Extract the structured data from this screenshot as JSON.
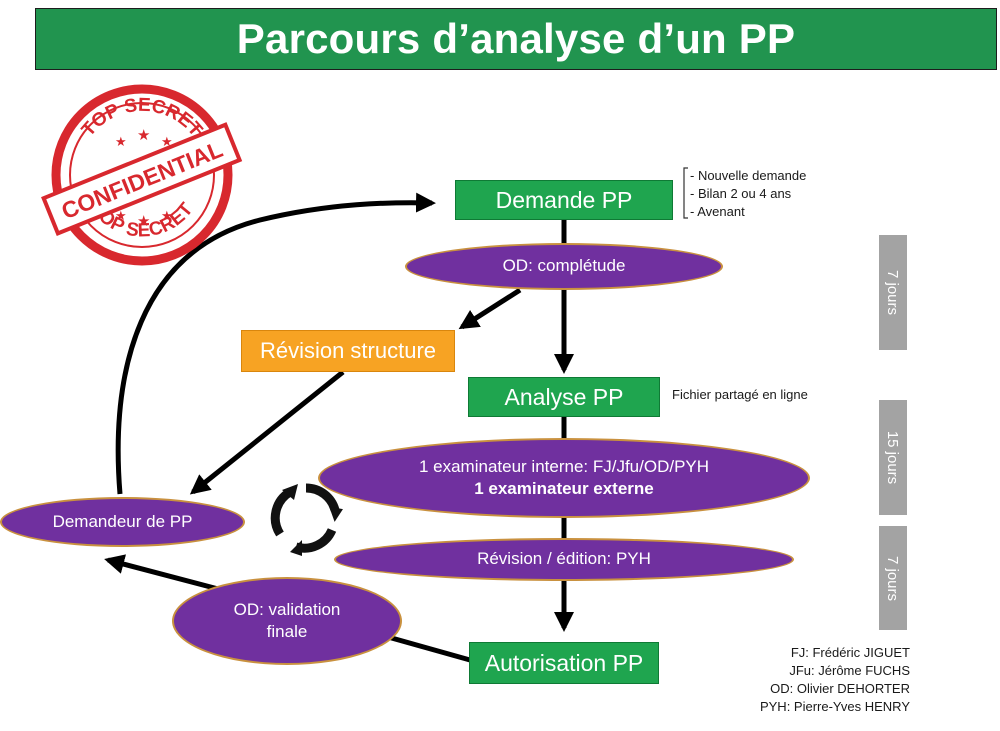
{
  "title": "Parcours d’analyse d’un PP",
  "stamp": {
    "top_text": "TOP SECRET",
    "center_text": "CONFIDENTIAL",
    "bottom_text": "TOP SECRET",
    "color": "#d8282e"
  },
  "nodes": {
    "demande_pp": "Demande PP",
    "od_completude": "OD: complétude",
    "revision_structure": "Révision structure",
    "analyse_pp": "Analyse PP",
    "examinateur_interne": "1 examinateur interne: FJ/Jfu/OD/PYH",
    "examinateur_externe": "1 examinateur externe",
    "revision_edition": "Révision / édition: PYH",
    "autorisation_pp": "Autorisation PP",
    "od_validation_line1": "OD: validation",
    "od_validation_line2": "finale",
    "demandeur_pp": "Demandeur de PP"
  },
  "demande_notes": [
    "- Nouvelle demande",
    "- Bilan 2 ou 4 ans",
    "- Avenant"
  ],
  "analyse_note": "Fichier partagé en ligne",
  "durations": [
    "7 jours",
    "15 jours",
    "7 jours"
  ],
  "legend": [
    "FJ: Frédéric JIGUET",
    "JFu: Jérôme FUCHS",
    "OD: Olivier DEHORTER",
    "PYH: Pierre-Yves HENRY"
  ],
  "icons": {
    "cycle": "refresh-cycle-icon"
  },
  "colors": {
    "title_green": "#21944f",
    "node_green": "#1fa54f",
    "node_orange": "#f7a323",
    "ellipse_purple": "#70309f",
    "ellipse_border": "#c9913f",
    "duration_gray": "#a3a3a3"
  }
}
